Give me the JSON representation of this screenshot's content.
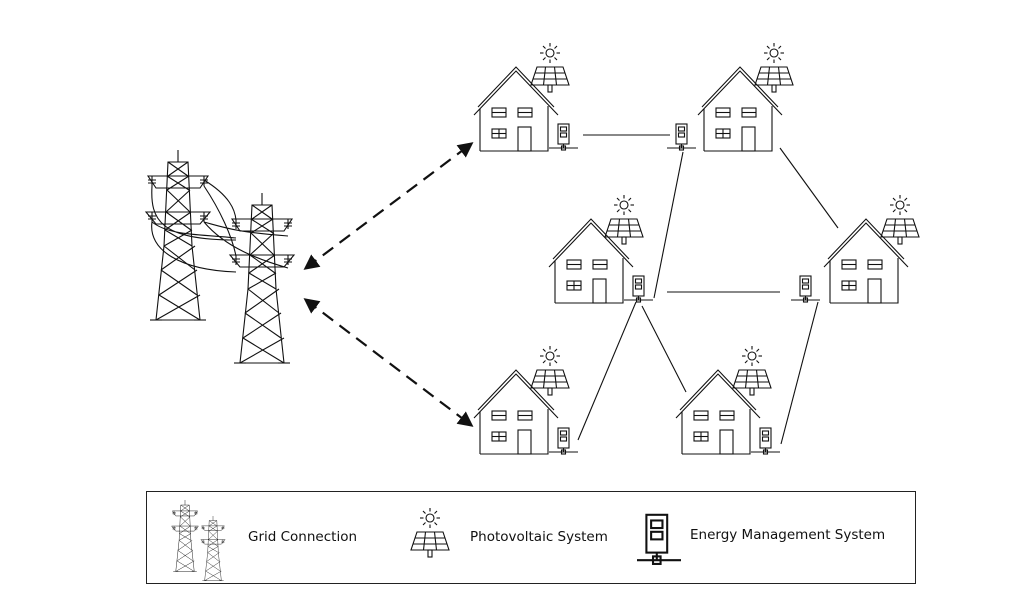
{
  "legend": {
    "grid_label": "Grid Connection",
    "pv_label": "Photovoltaic System",
    "ems_label": "Energy Management System"
  },
  "icons": {
    "grid": "transmission-tower-icon",
    "house": "house-icon",
    "pv": "solar-panel-icon",
    "ems": "energy-management-unit-icon"
  },
  "colors": {
    "stroke": "#111111",
    "background": "#ffffff"
  }
}
